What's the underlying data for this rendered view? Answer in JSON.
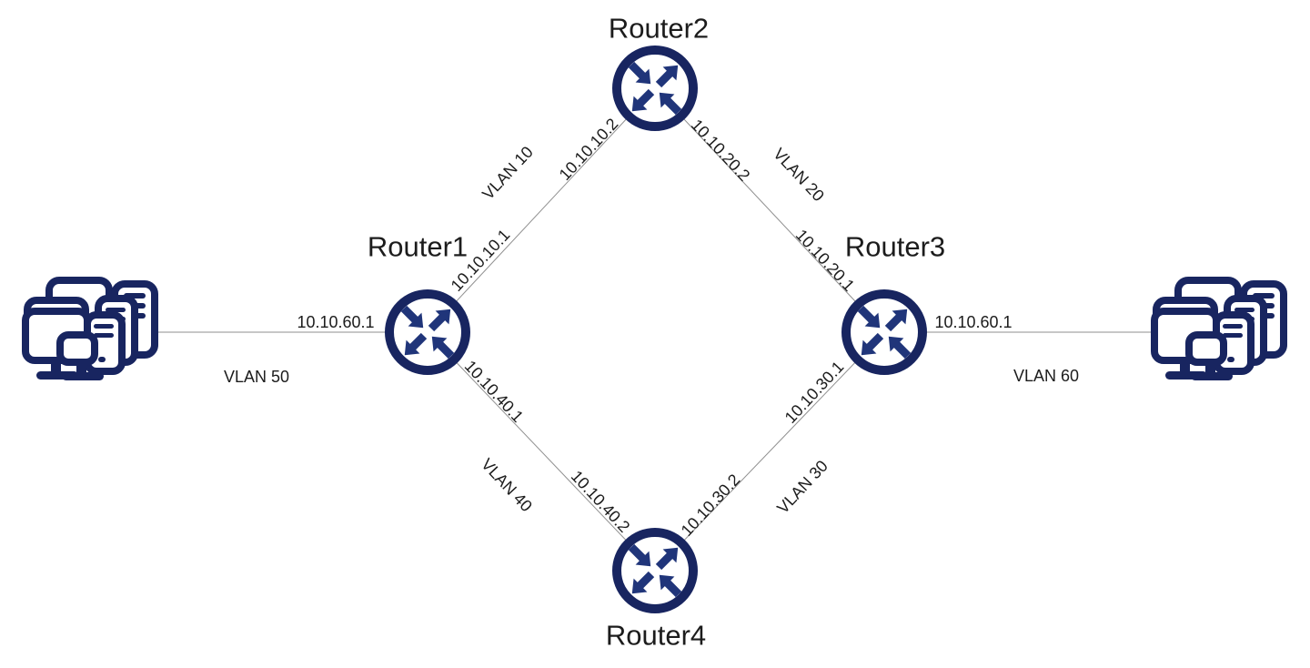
{
  "diagram_type": "network-topology",
  "colors": {
    "node_navy": "#182560",
    "arrow_navy": "#20357a",
    "link_line_gray": "#8f8f8f",
    "label_text": "#1c1c1c",
    "background": "#ffffff"
  },
  "routers": [
    {
      "label": "Router1"
    },
    {
      "label": "Router2"
    },
    {
      "label": "Router3"
    },
    {
      "label": "Router4"
    }
  ],
  "workstation_groups": [
    {
      "side": "left"
    },
    {
      "side": "right"
    }
  ],
  "links": [
    {
      "endpoints": "Router1 - Router2",
      "vlan": "VLAN 10",
      "ip_a": "10.10.10.1",
      "ip_a_near": "Router1",
      "ip_b": "10.10.10.2",
      "ip_b_near": "Router2"
    },
    {
      "endpoints": "Router2 - Router3",
      "vlan": "VLAN 20",
      "ip_a": "10.10.20.2",
      "ip_a_near": "Router2",
      "ip_b": "10.10.20.1",
      "ip_b_near": "Router3"
    },
    {
      "endpoints": "Router3 - Router4",
      "vlan": "VLAN 30",
      "ip_a": "10.10.30.1",
      "ip_a_near": "Router3",
      "ip_b": "10.10.30.2",
      "ip_b_near": "Router4"
    },
    {
      "endpoints": "Router1 - Router4",
      "vlan": "VLAN 40",
      "ip_a": "10.10.40.1",
      "ip_a_near": "Router1",
      "ip_b": "10.10.40.2",
      "ip_b_near": "Router4"
    },
    {
      "endpoints": "Workstations-left - Router1",
      "vlan": "VLAN 50",
      "ip_a": "10.10.60.1",
      "ip_a_near": "Router1"
    },
    {
      "endpoints": "Router3 - Workstations-right",
      "vlan": "VLAN 60",
      "ip_a": "10.10.60.1",
      "ip_a_near": "Router3"
    }
  ]
}
